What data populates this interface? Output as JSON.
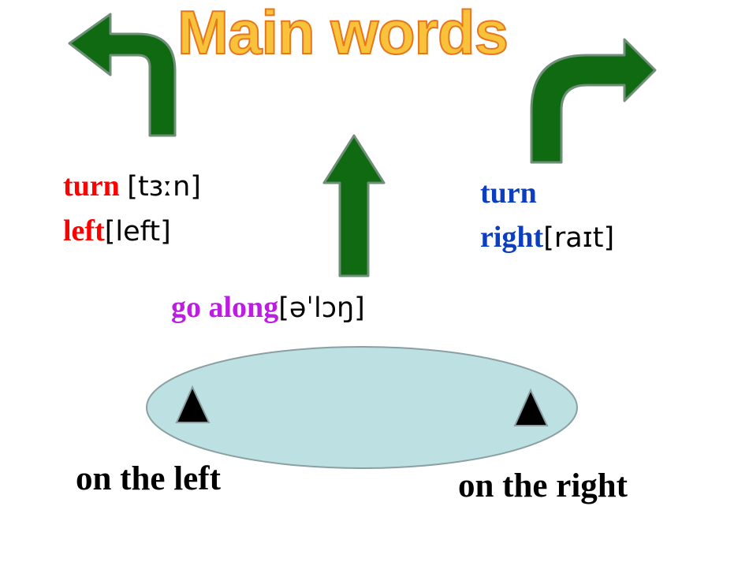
{
  "title": "Main words",
  "turn_left": {
    "word1": "turn ",
    "ipa1": "[tɜːn]",
    "word2": "left",
    "ipa2": "[left]"
  },
  "turn_right": {
    "word1": "turn",
    "word2": "right",
    "ipa2": "[raɪt]"
  },
  "go_along": {
    "word": "go along",
    "ipa": "[əˈlɔŋ]"
  },
  "on_the_left": "on the left",
  "on_the_right": "on the right",
  "colors": {
    "arrow_fill": "#0f6a12",
    "arrow_stroke": "#6f8f78",
    "turn_left_text": "#ff0000",
    "turn_right_text": "#0b3fbf",
    "go_along_text": "#bb1ee0",
    "ellipse_fill": "#bde0e3",
    "ellipse_stroke": "#8aa0a2",
    "title_fill": "#f8c23a",
    "title_stroke": "#e8761e"
  },
  "icons": [
    "turn-left-arrow-icon",
    "straight-up-arrow-icon",
    "turn-right-arrow-icon",
    "triangle-marker-icon"
  ]
}
